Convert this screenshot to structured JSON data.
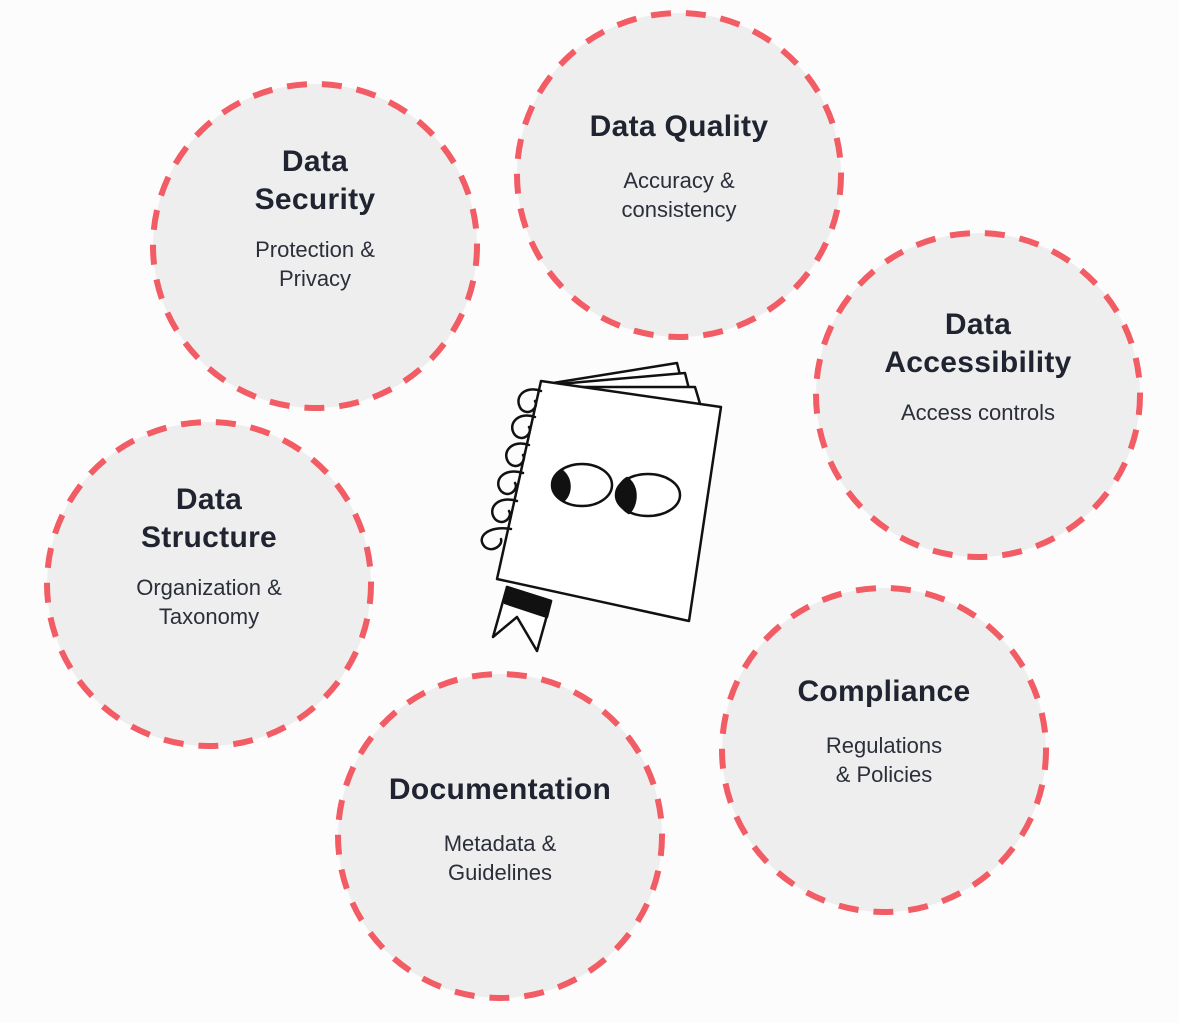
{
  "colors": {
    "circle_fill": "#efeeee",
    "circle_stroke": "#f25c64",
    "text": "#1f2430"
  },
  "center_icon": "notebook-with-eyes-icon",
  "nodes": [
    {
      "id": "data-quality",
      "title": [
        "Data Quality"
      ],
      "subtitle": [
        "Accuracy &",
        "consistency"
      ]
    },
    {
      "id": "data-security",
      "title": [
        "Data",
        "Security"
      ],
      "subtitle": [
        "Protection &",
        "Privacy"
      ]
    },
    {
      "id": "data-accessibility",
      "title": [
        "Data",
        "Accessibility"
      ],
      "subtitle": [
        "Access controls"
      ]
    },
    {
      "id": "data-structure",
      "title": [
        "Data",
        "Structure"
      ],
      "subtitle": [
        "Organization &",
        "Taxonomy"
      ]
    },
    {
      "id": "compliance",
      "title": [
        "Compliance"
      ],
      "subtitle": [
        "Regulations",
        "& Policies"
      ]
    },
    {
      "id": "documentation",
      "title": [
        "Documentation"
      ],
      "subtitle": [
        "Metadata &",
        "Guidelines"
      ]
    }
  ]
}
